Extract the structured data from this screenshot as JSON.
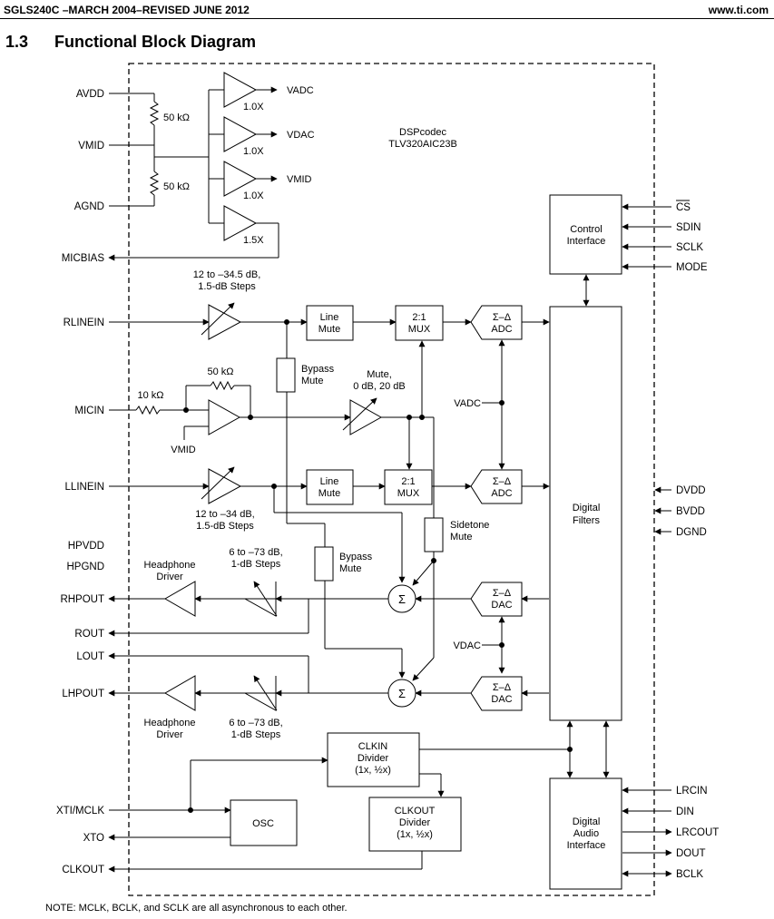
{
  "header": {
    "doc_id": "SGLS240C –MARCH 2004–REVISED JUNE 2012",
    "website": "www.ti.com"
  },
  "section": {
    "number": "1.3",
    "title": "Functional Block Diagram"
  },
  "chip": {
    "line1": "DSPcodec",
    "line2": "TLV320AIC23B"
  },
  "pins_left": {
    "avdd": "AVDD",
    "vmid": "VMID",
    "agnd": "AGND",
    "micbias": "MICBIAS",
    "rlinein": "RLINEIN",
    "micin": "MICIN",
    "llinein": "LLINEIN",
    "hpvdd": "HPVDD",
    "hpgnd": "HPGND",
    "rhpout": "RHPOUT",
    "rout": "ROUT",
    "lout": "LOUT",
    "lhpout": "LHPOUT",
    "xti_mclk": "XTI/MCLK",
    "xto": "XTO",
    "clkout": "CLKOUT"
  },
  "pins_right": {
    "cs": "CS",
    "sdin": "SDIN",
    "sclk": "SCLK",
    "mode": "MODE",
    "dvdd": "DVDD",
    "bvdd": "BVDD",
    "dgnd": "DGND",
    "lrcin": "LRCIN",
    "din": "DIN",
    "lrcout": "LRCOUT",
    "dout": "DOUT",
    "bclk": "BCLK"
  },
  "bias": {
    "r_top": "50 kΩ",
    "r_bottom": "50 kΩ",
    "vadc": "VADC",
    "vdac": "VDAC",
    "vmid_out": "VMID",
    "gain1": "1.0X",
    "gain2": "1.0X",
    "gain3": "1.0X",
    "gain4": "1.5X"
  },
  "blocks": {
    "control_interface": [
      "Control",
      "Interface"
    ],
    "digital_filters": [
      "Digital",
      "Filters"
    ],
    "digital_audio_interface": [
      "Digital",
      "Audio",
      "Interface"
    ],
    "line_mute": [
      "Line",
      "Mute"
    ],
    "mux": [
      "2:1",
      "MUX"
    ],
    "adc": [
      "Σ–Δ",
      "ADC"
    ],
    "dac": [
      "Σ–Δ",
      "DAC"
    ],
    "bypass_mute": [
      "Bypass",
      "Mute"
    ],
    "sidetone_mute": [
      "Sidetone",
      "Mute"
    ],
    "clkin_divider": [
      "CLKIN",
      "Divider",
      "(1x, ½x)"
    ],
    "clkout_divider": [
      "CLKOUT",
      "Divider",
      "(1x, ½x)"
    ],
    "osc": "OSC",
    "sigma": "Σ"
  },
  "annotations": {
    "rline_gain": [
      "12 to –34.5 dB,",
      "1.5-dB Steps"
    ],
    "lline_gain": [
      "12 to –34 dB,",
      "1.5-dB Steps"
    ],
    "mic_r_feedback": "50 kΩ",
    "mic_r_in": "10 kΩ",
    "mic_vmid": "VMID",
    "mic_mute": [
      "Mute,",
      "0 dB, 20 dB"
    ],
    "vadc": "VADC",
    "vdac": "VDAC",
    "hp_gain_top": [
      "6 to –73 dB,",
      "1-dB Steps"
    ],
    "hp_gain_bottom": [
      "6 to –73 dB,",
      "1-dB Steps"
    ],
    "hp_driver_top": [
      "Headphone",
      "Driver"
    ],
    "hp_driver_bottom": [
      "Headphone",
      "Driver"
    ]
  },
  "note": "NOTE:   MCLK, BCLK, and SCLK are all asynchronous to each other."
}
